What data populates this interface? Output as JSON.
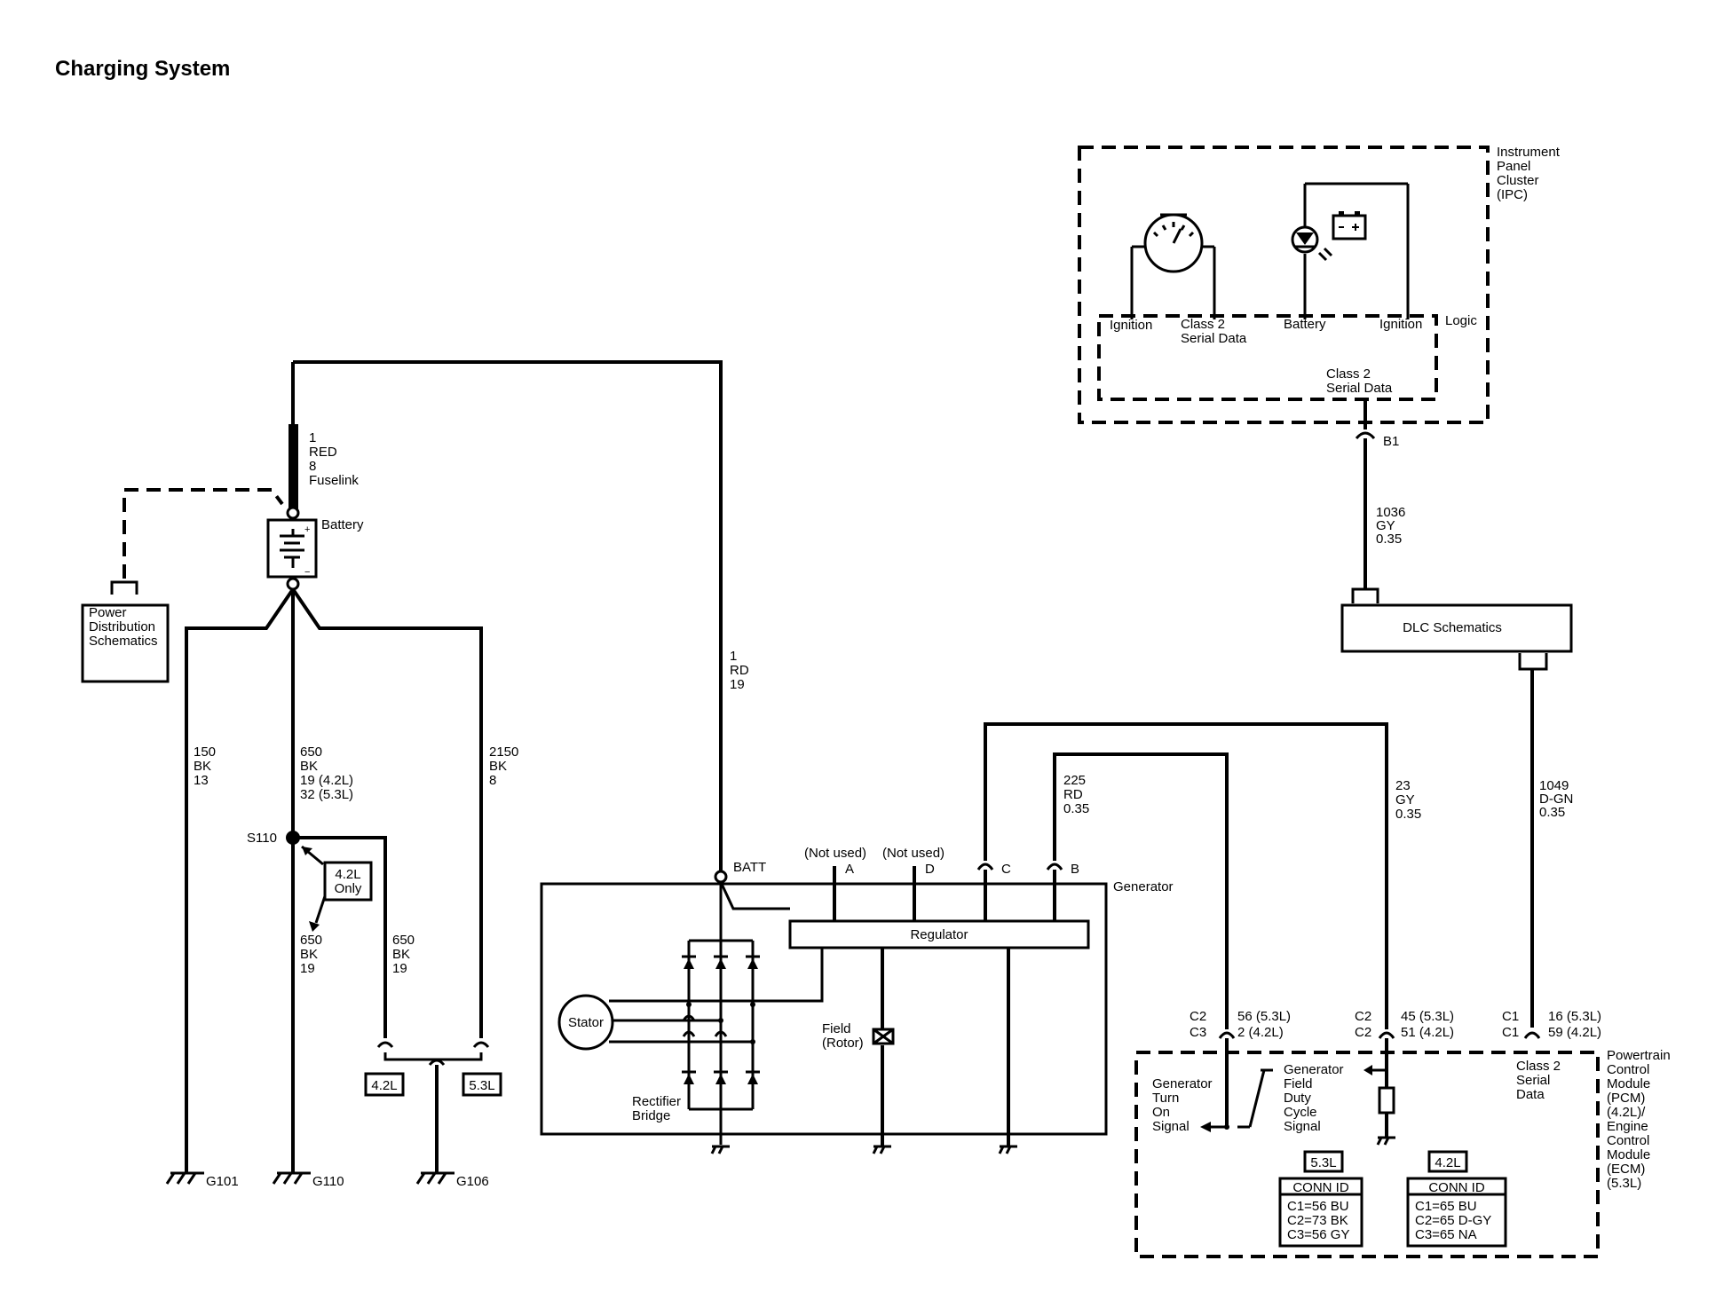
{
  "title": "Charging System",
  "ipc": {
    "label": [
      "Instrument",
      "Panel",
      "Cluster",
      "(IPC)"
    ],
    "logic": "Logic",
    "pins": {
      "ignition_left": "Ignition",
      "class2": [
        "Class 2",
        "Serial Data"
      ],
      "battery": "Battery",
      "ignition_right": "Ignition"
    },
    "class2_bottom": [
      "Class 2",
      "Serial Data"
    ],
    "connector": "B1"
  },
  "wire_1036": [
    "1036",
    "GY",
    "0.35"
  ],
  "dlc": "DLC Schematics",
  "wire_1049": [
    "1049",
    "D-GN",
    "0.35"
  ],
  "fuselink": [
    "1",
    "RED",
    "8",
    "Fuselink"
  ],
  "battery": "Battery",
  "power_distribution": [
    "Power",
    "Distribution",
    "Schematics"
  ],
  "wire_150": [
    "150",
    "BK",
    "13"
  ],
  "wire_650_main": [
    "650",
    "BK",
    "19 (4.2L)",
    "32 (5.3L)"
  ],
  "wire_2150": [
    "2150",
    "BK",
    "8"
  ],
  "splice": "S110",
  "only_42": [
    "4.2L",
    "Only"
  ],
  "wire_650_a": [
    "650",
    "BK",
    "19"
  ],
  "wire_650_b": [
    "650",
    "BK",
    "19"
  ],
  "tag_42": "4.2L",
  "tag_53": "5.3L",
  "grounds": [
    "G101",
    "G110",
    "G106"
  ],
  "wire_1rd": [
    "1",
    "RD",
    "19"
  ],
  "batt": "BATT",
  "not_used_a": "(Not used)",
  "not_used_d": "(Not used)",
  "pins_gen": [
    "A",
    "D",
    "C",
    "B"
  ],
  "generator": "Generator",
  "regulator": "Regulator",
  "stator": "Stator",
  "rectifier": [
    "Rectifier",
    "Bridge"
  ],
  "field": [
    "Field",
    "(Rotor)"
  ],
  "wire_225": [
    "225",
    "RD",
    "0.35"
  ],
  "wire_23": [
    "23",
    "GY",
    "0.35"
  ],
  "pcm_conn1": {
    "c_labels": [
      "C2",
      "C3"
    ],
    "pins": [
      "56 (5.3L)",
      "2 (4.2L)"
    ]
  },
  "pcm_conn2": {
    "c_labels": [
      "C2",
      "C2"
    ],
    "pins": [
      "45 (5.3L)",
      "51 (4.2L)"
    ]
  },
  "pcm_conn3": {
    "c_labels": [
      "C1",
      "C1"
    ],
    "pins": [
      "16 (5.3L)",
      "59 (4.2L)"
    ]
  },
  "pcm": {
    "label": [
      "Powertrain",
      "Control",
      "Module",
      "(PCM)",
      "(4.2L)/",
      "Engine",
      "Control",
      "Module",
      "(ECM)",
      "(5.3L)"
    ],
    "turn_on": [
      "Generator",
      "Turn",
      "On",
      "Signal"
    ],
    "field_duty": [
      "Generator",
      "Field",
      "Duty",
      "Cycle",
      "Signal"
    ],
    "class2": [
      "Class 2",
      "Serial",
      "Data"
    ]
  },
  "conn_53": {
    "tag": "5.3L",
    "header": "CONN ID",
    "rows": [
      "C1=56 BU",
      "C2=73 BK",
      "C3=56 GY"
    ]
  },
  "conn_42": {
    "tag": "4.2L",
    "header": "CONN ID",
    "rows": [
      "C1=65 BU",
      "C2=65 D-GY",
      "C3=65 NA"
    ]
  }
}
